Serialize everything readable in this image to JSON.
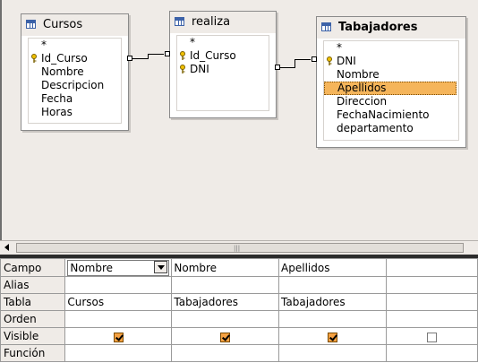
{
  "tables": [
    {
      "title": "Cursos",
      "fields": [
        {
          "label": "*",
          "key": false
        },
        {
          "label": "Id_Curso",
          "key": true
        },
        {
          "label": "Nombre",
          "key": false
        },
        {
          "label": "Descripcion",
          "key": false
        },
        {
          "label": "Fecha",
          "key": false
        },
        {
          "label": "Horas",
          "key": false
        }
      ]
    },
    {
      "title": "realiza",
      "fields": [
        {
          "label": "*",
          "key": false
        },
        {
          "label": "Id_Curso",
          "key": true
        },
        {
          "label": "DNI",
          "key": true
        }
      ]
    },
    {
      "title": "Tabajadores",
      "fields": [
        {
          "label": "*",
          "key": false
        },
        {
          "label": "DNI",
          "key": true
        },
        {
          "label": "Nombre",
          "key": false
        },
        {
          "label": "Apellidos",
          "key": false,
          "selected": true
        },
        {
          "label": "Direccion",
          "key": false
        },
        {
          "label": "FechaNacimiento",
          "key": false
        },
        {
          "label": "departamento",
          "key": false
        }
      ]
    }
  ],
  "grid": {
    "row_labels": [
      "Campo",
      "Alias",
      "Tabla",
      "Orden",
      "Visible",
      "Función"
    ],
    "columns": [
      {
        "campo": "Nombre",
        "tabla": "Cursos",
        "visible": true,
        "has_dropdown": true
      },
      {
        "campo": "Nombre",
        "tabla": "Tabajadores",
        "visible": true
      },
      {
        "campo": "Apellidos",
        "tabla": "Tabajadores",
        "visible": true
      },
      {
        "campo": "",
        "tabla": "",
        "visible": false
      }
    ]
  },
  "icons": {
    "table": "table-icon",
    "key": "key-icon",
    "dropdown": "chevron-down-icon"
  },
  "colors": {
    "selection": "#f5b55b",
    "checkbox_on": "#f5a142",
    "background": "#efebe7"
  }
}
